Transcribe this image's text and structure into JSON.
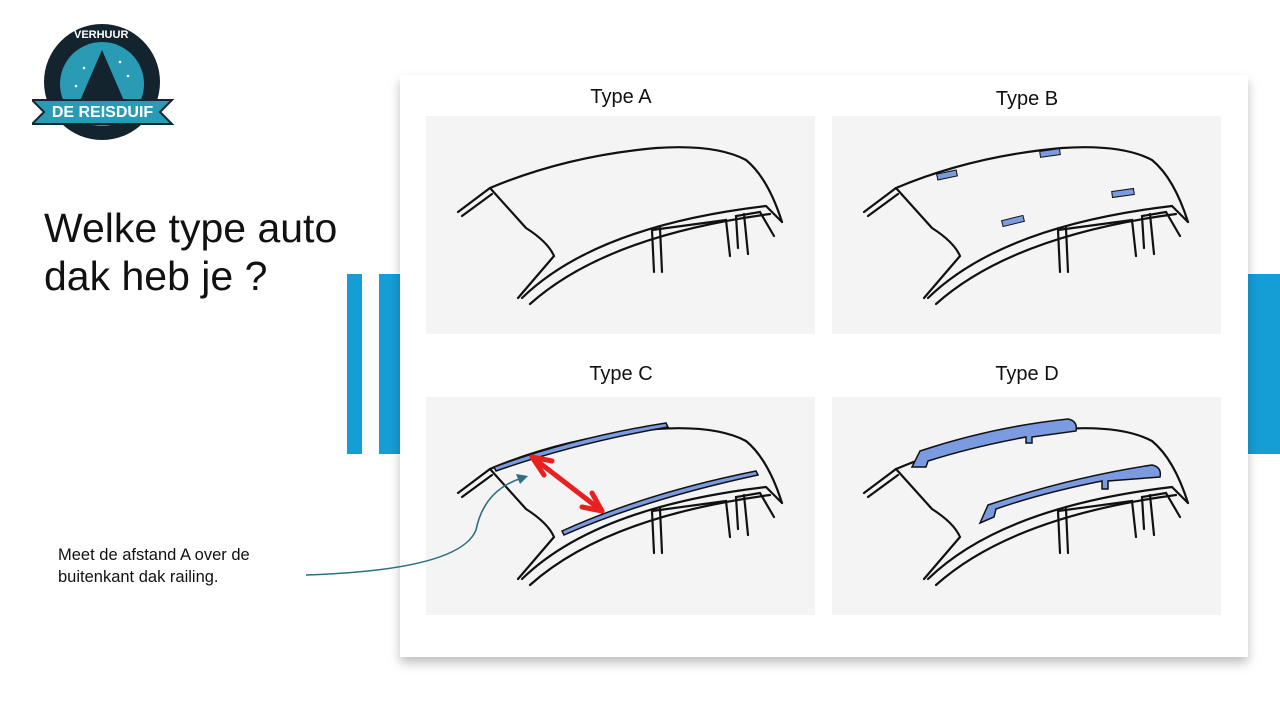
{
  "logo": {
    "top_text": "VERHUUR",
    "banner_text": "DE REISDUIF",
    "colors": {
      "dark": "#14242f",
      "teal": "#2a9bb5"
    }
  },
  "slide": {
    "title": "Welke type auto dak heb je ?",
    "note": "Meet de afstand A over de buitenkant dak railing."
  },
  "types": [
    {
      "label": "Type A"
    },
    {
      "label": "Type B"
    },
    {
      "label": "Type C"
    },
    {
      "label": "Type D"
    }
  ],
  "colors": {
    "accent": "#159ed6",
    "rail": "#7b9be0",
    "arrow": "#e82020",
    "pointer": "#2f6e84"
  }
}
